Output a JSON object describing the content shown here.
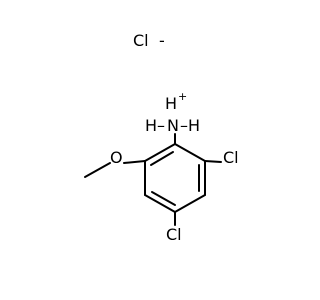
{
  "molecule": {
    "counter_ion": {
      "symbol": "Cl",
      "charge": "-"
    },
    "ammonium": {
      "h_top": "H",
      "h_left": "H–",
      "n": "N",
      "h_right": "–H",
      "charge": "+"
    },
    "methoxy_o": "O",
    "cl_ring_right": "Cl",
    "cl_ring_bottom": "Cl"
  },
  "colors": {
    "ink": "#000000",
    "background": "#ffffff"
  }
}
